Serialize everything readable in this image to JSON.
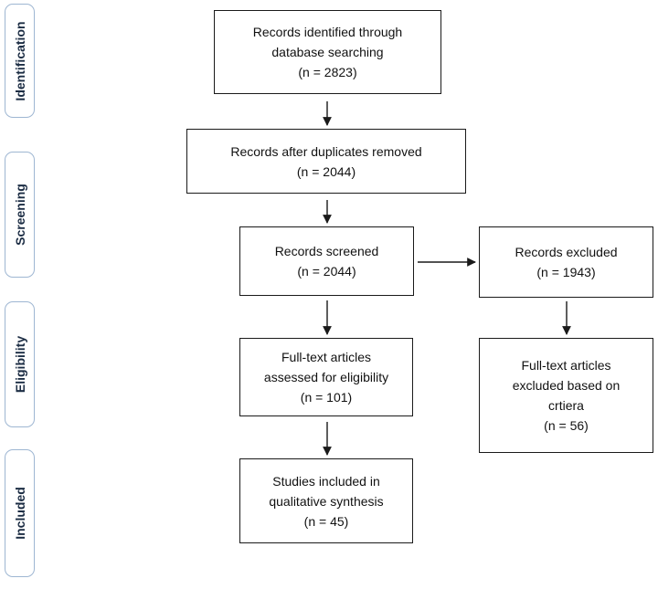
{
  "stages": [
    {
      "id": "identification",
      "label": "Identification"
    },
    {
      "id": "screening",
      "label": "Screening"
    },
    {
      "id": "eligibility",
      "label": "Eligibility"
    },
    {
      "id": "included",
      "label": "Included"
    }
  ],
  "boxes": {
    "identified": {
      "lines": [
        "Records identified through",
        "database searching",
        "(n = 2823)"
      ]
    },
    "deduplicated": {
      "lines": [
        "Records after duplicates removed",
        "(n = 2044)"
      ]
    },
    "screened": {
      "lines": [
        "Records screened",
        "(n = 2044)"
      ]
    },
    "excluded": {
      "lines": [
        "Records excluded",
        "(n = 1943)"
      ]
    },
    "fulltext": {
      "lines": [
        "Full-text articles",
        "assessed for eligibility",
        "(n = 101)"
      ]
    },
    "fulltext_excluded": {
      "lines": [
        "Full-text articles",
        "excluded based on",
        "crtiera",
        "(n = 56)"
      ]
    },
    "included": {
      "lines": [
        "Studies included in",
        "qualitative synthesis",
        "(n = 45)"
      ]
    }
  },
  "colors": {
    "stage_border": "#9eb6d2",
    "stage_text": "#1c2d44",
    "box_border": "#1a1a1a",
    "arrow": "#1a1a1a"
  }
}
